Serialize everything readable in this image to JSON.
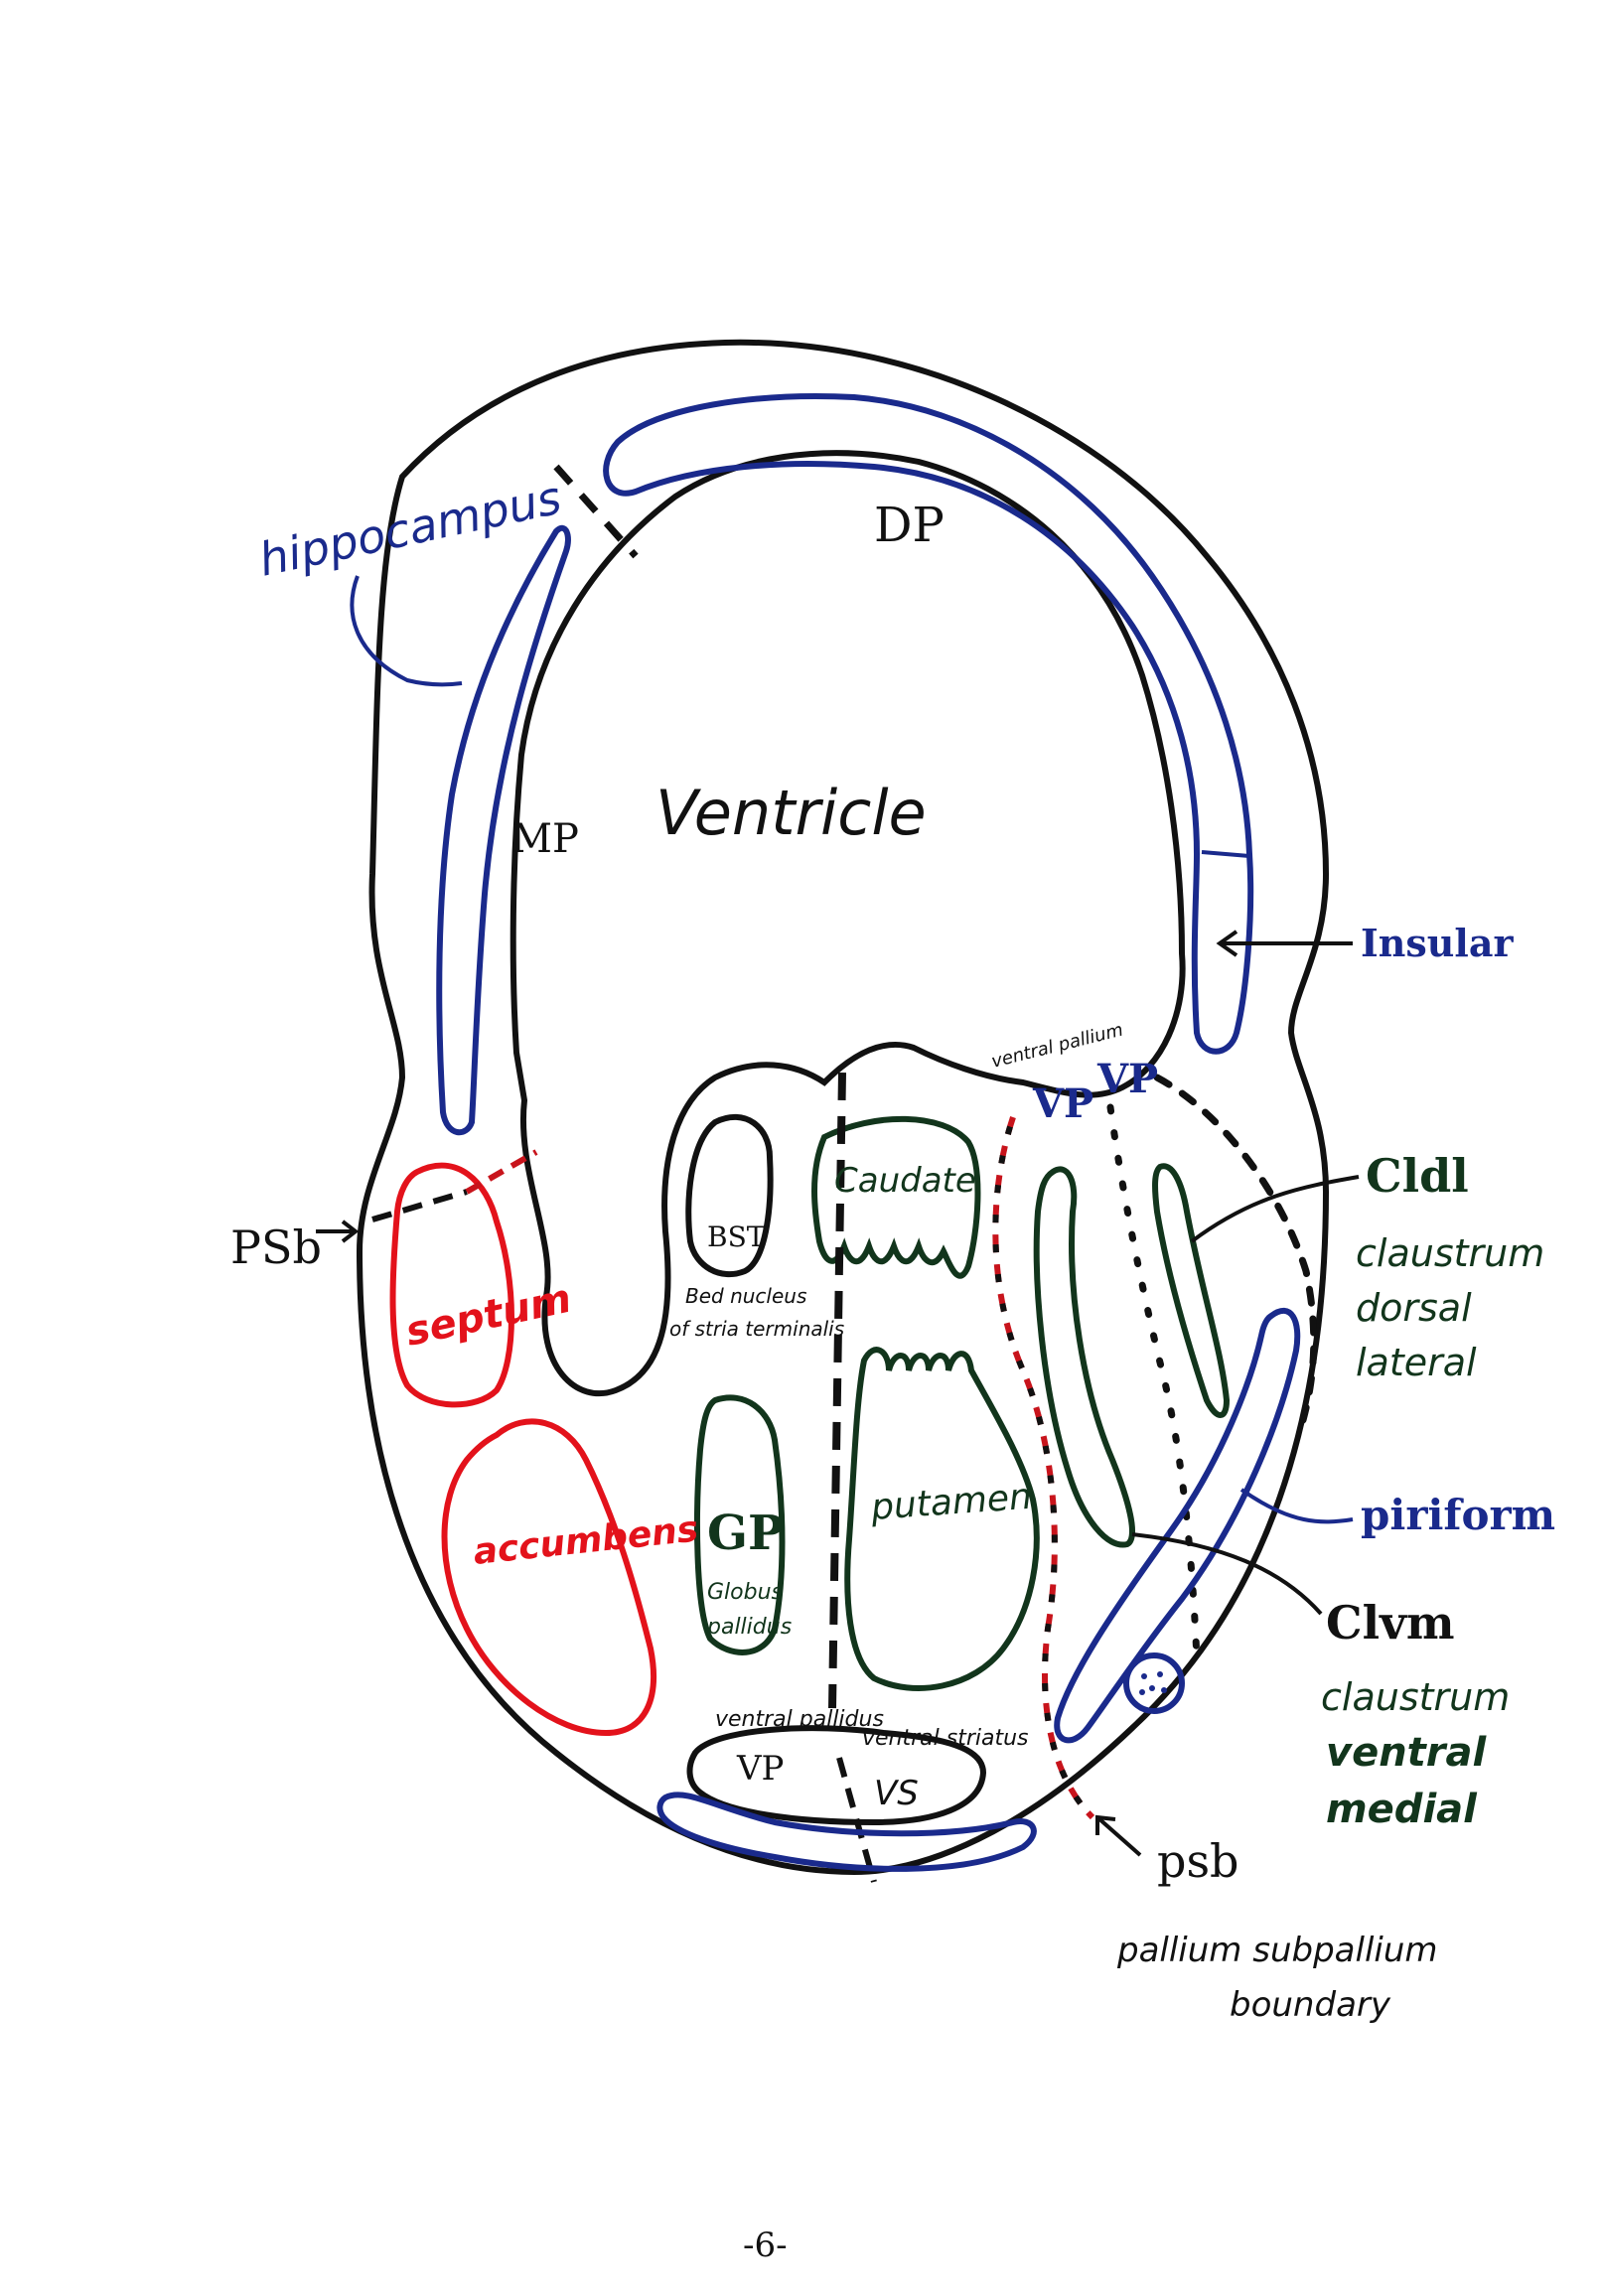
{
  "colors": {
    "outline": "#111111",
    "blue": "#1a2a8c",
    "red": "#e3121b",
    "green": "#12351c",
    "dash_red": "#c8141c"
  },
  "labels": {
    "hippocampus": "hippocampus",
    "dp": "DP",
    "mp": "MP",
    "ventricle": "Ventricle",
    "insular": "Insular",
    "ventral_pallium_note": "ventral pallium",
    "vp1": "VP",
    "vp2": "VP",
    "psb_left": "PSb",
    "septum": "septum",
    "bst": "BST",
    "bst_full_1": "Bed nucleus",
    "bst_full_2": "of stria terminalis",
    "caudate": "Caudate",
    "cldl": "Cldl",
    "cldl_full_1": "claustrum",
    "cldl_full_2": "dorsal",
    "cldl_full_3": "lateral",
    "accumbens": "accumbens",
    "gp": "GP",
    "gp_full_1": "Globus",
    "gp_full_2": "pallidus",
    "putamen": "putamen",
    "piriform": "piriform",
    "clvm": "Clvm",
    "clvm_full_1": "claustrum",
    "clvm_full_2": "ventral",
    "clvm_full_3": "medial",
    "ventral_pallidus": "ventral pallidus",
    "ventral_striatus": "ventral striatus",
    "vp_bottom": "VP",
    "vs": "VS",
    "psb_right": "psb",
    "psb_full_1": "pallium subpallium",
    "psb_full_2": "boundary",
    "page_number": "-6-"
  }
}
